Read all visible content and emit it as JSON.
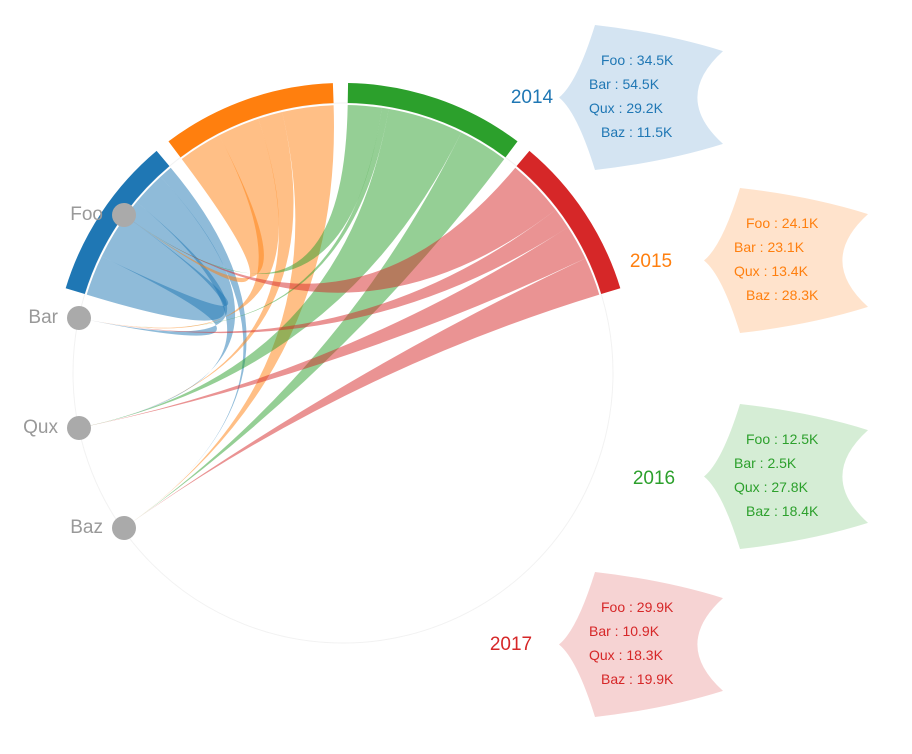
{
  "chart_data": {
    "type": "chord",
    "categories": [
      "Foo",
      "Bar",
      "Qux",
      "Baz"
    ],
    "years": [
      {
        "name": "2014",
        "color": "#1f77b4",
        "tip_bg": "#d4e4f2",
        "values": {
          "Foo": 34.5,
          "Bar": 54.5,
          "Qux": 29.2,
          "Baz": 11.5
        },
        "lines": [
          "Foo : 34.5K",
          "Bar : 54.5K",
          "Qux : 29.2K",
          "Baz : 11.5K"
        ]
      },
      {
        "name": "2015",
        "color": "#ff7f0e",
        "tip_bg": "#ffe3cc",
        "values": {
          "Foo": 24.1,
          "Bar": 23.1,
          "Qux": 13.4,
          "Baz": 28.3
        },
        "lines": [
          "Foo : 24.1K",
          "Bar : 23.1K",
          "Qux : 13.4K",
          "Baz : 28.3K"
        ]
      },
      {
        "name": "2016",
        "color": "#2ca02c",
        "tip_bg": "#d5edd5",
        "values": {
          "Foo": 12.5,
          "Bar": 2.5,
          "Qux": 27.8,
          "Baz": 18.4
        },
        "lines": [
          "Foo : 12.5K",
          "Bar : 2.5K",
          "Qux : 27.8K",
          "Baz : 18.4K"
        ]
      },
      {
        "name": "2017",
        "color": "#d62728",
        "tip_bg": "#f6d3d3",
        "values": {
          "Foo": 29.9,
          "Bar": 10.9,
          "Qux": 18.3,
          "Baz": 19.9
        },
        "lines": [
          "Foo : 29.9K",
          "Bar : 10.9K",
          "Qux : 18.3K",
          "Baz : 19.9K"
        ]
      }
    ],
    "node_color": "#aaaaaa",
    "unit": "K"
  }
}
